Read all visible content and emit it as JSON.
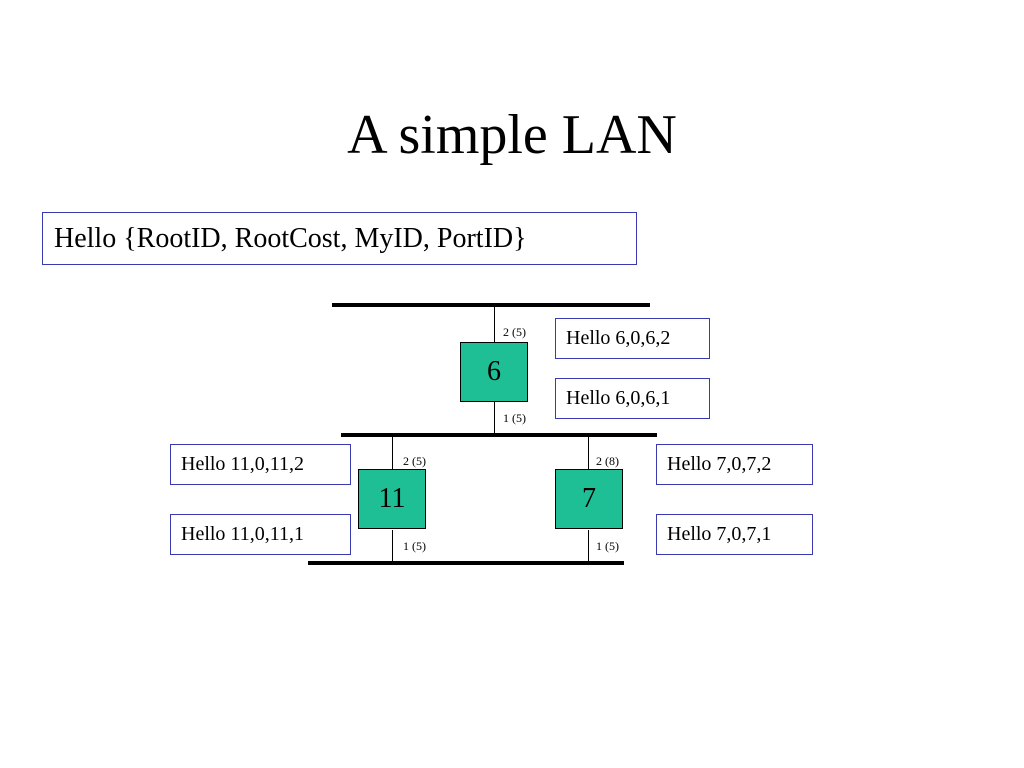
{
  "title": "A simple LAN",
  "hello_format": "Hello {RootID, RootCost, MyID, PortID}",
  "bridges": {
    "b6": {
      "id": "6",
      "port_top": "2 (5)",
      "port_bottom": "1 (5)"
    },
    "b11": {
      "id": "11",
      "port_top": "2 (5)",
      "port_bottom": "1 (5)"
    },
    "b7": {
      "id": "7",
      "port_top": "2 (8)",
      "port_bottom": "1 (5)"
    }
  },
  "hellos": {
    "b6_top": "Hello 6,0,6,2",
    "b6_bottom": "Hello 6,0,6,1",
    "b11_top": "Hello 11,0,11,2",
    "b11_bottom": "Hello 11,0,11,1",
    "b7_top": "Hello 7,0,7,2",
    "b7_bottom": "Hello 7,0,7,1"
  },
  "colors": {
    "bridge_fill": "#1fbf96",
    "box_border": "#3a3ab0"
  }
}
